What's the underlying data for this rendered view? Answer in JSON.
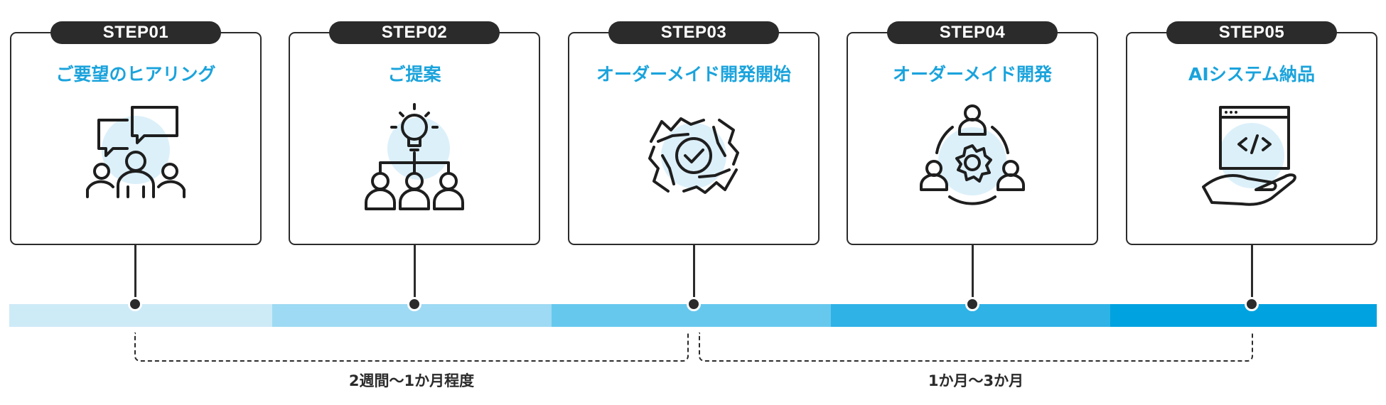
{
  "steps": [
    {
      "badge": "STEP01",
      "title": "ご要望のヒアリング",
      "icon": "hearing-people-icon"
    },
    {
      "badge": "STEP02",
      "title": "ご提案",
      "icon": "idea-proposal-icon"
    },
    {
      "badge": "STEP03",
      "title": "オーダーメイド開発開始",
      "icon": "collaboration-hands-icon"
    },
    {
      "badge": "STEP04",
      "title": "オーダーメイド開発",
      "icon": "team-development-gear-icon"
    },
    {
      "badge": "STEP05",
      "title": "AIシステム納品",
      "icon": "system-delivery-icon"
    }
  ],
  "timeline_colors": [
    "#cdeaf7",
    "#9edaf3",
    "#67c8ee",
    "#2fb2e6",
    "#00a2e0"
  ],
  "accent_color": "#1aa3dc",
  "periods": [
    {
      "label": "2週間〜1か月程度"
    },
    {
      "label": "1か月〜3か月"
    }
  ]
}
